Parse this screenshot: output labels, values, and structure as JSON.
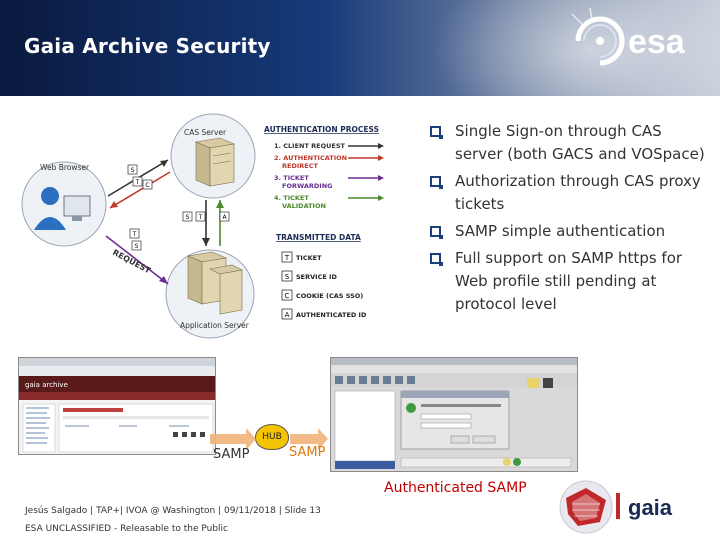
{
  "slide": {
    "title": "Gaia Archive Security"
  },
  "logos": {
    "esa_text": "esa",
    "gaia_text": "gaia"
  },
  "cas_diagram": {
    "cas_server_label": "CAS Server",
    "web_browser_label": "Web Browser",
    "application_server_label": "Application Server",
    "request_label": "REQUEST",
    "auth_process_title": "AUTHENTICATION PROCESS",
    "steps": [
      {
        "text": "1. CLIENT REQUEST",
        "color": "#333333"
      },
      {
        "text": "2. AUTHENTICATION",
        "sub": "REDIRECT",
        "color": "#c0392b"
      },
      {
        "text": "3. TICKET",
        "sub": "FORWARDING",
        "color": "#6a2d91"
      },
      {
        "text": "4. TICKET",
        "sub": "VALIDATION",
        "color": "#4a8a2a"
      }
    ],
    "transmitted_title": "TRANSMITTED DATA",
    "transmitted": [
      {
        "key": "T",
        "label": "TICKET"
      },
      {
        "key": "S",
        "label": "SERVICE ID"
      },
      {
        "key": "C",
        "label": "COOKIE (CAS SSO)"
      },
      {
        "key": "A",
        "label": "AUTHENTICATED ID"
      }
    ]
  },
  "bullets": [
    "Single Sign-on through CAS server (both GACS and VOSpace)",
    "Authorization through CAS proxy tickets",
    "SAMP simple authentication",
    "Full support on SAMP https for Web profile still pending at protocol level"
  ],
  "samp_demo": {
    "samp_left": "SAMP",
    "samp_right": "SAMP",
    "hub_label": "HUB",
    "caption": "Authenticated SAMP"
  },
  "footer": {
    "meta": "Jesús Salgado | TAP+| IVOA @ Washington | 09/11/2018 | Slide 13",
    "classification": "ESA UNCLASSIFIED - Releasable to the Public"
  },
  "colors": {
    "header_dark": "#0a1a3f",
    "bullet_mark": "#1c3f7a",
    "caption_red": "#c00000",
    "samp_orange": "#e07a0f"
  }
}
